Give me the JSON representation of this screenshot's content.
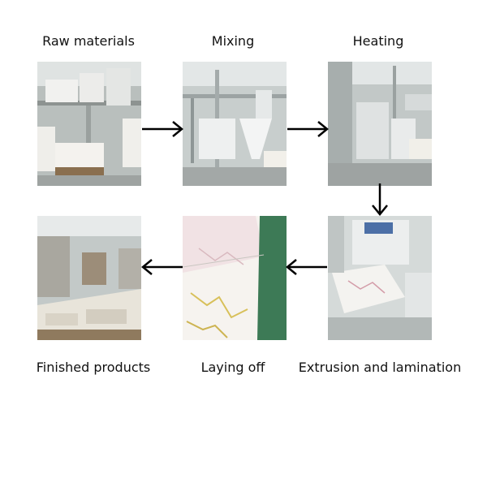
{
  "diagram": {
    "steps": [
      {
        "label": "Raw materials"
      },
      {
        "label": "Mixing"
      },
      {
        "label": "Heating"
      },
      {
        "label": "Extrusion and lamination"
      },
      {
        "label": "Laying off"
      },
      {
        "label": "Finished products"
      }
    ],
    "arrow_color": "#000000"
  }
}
